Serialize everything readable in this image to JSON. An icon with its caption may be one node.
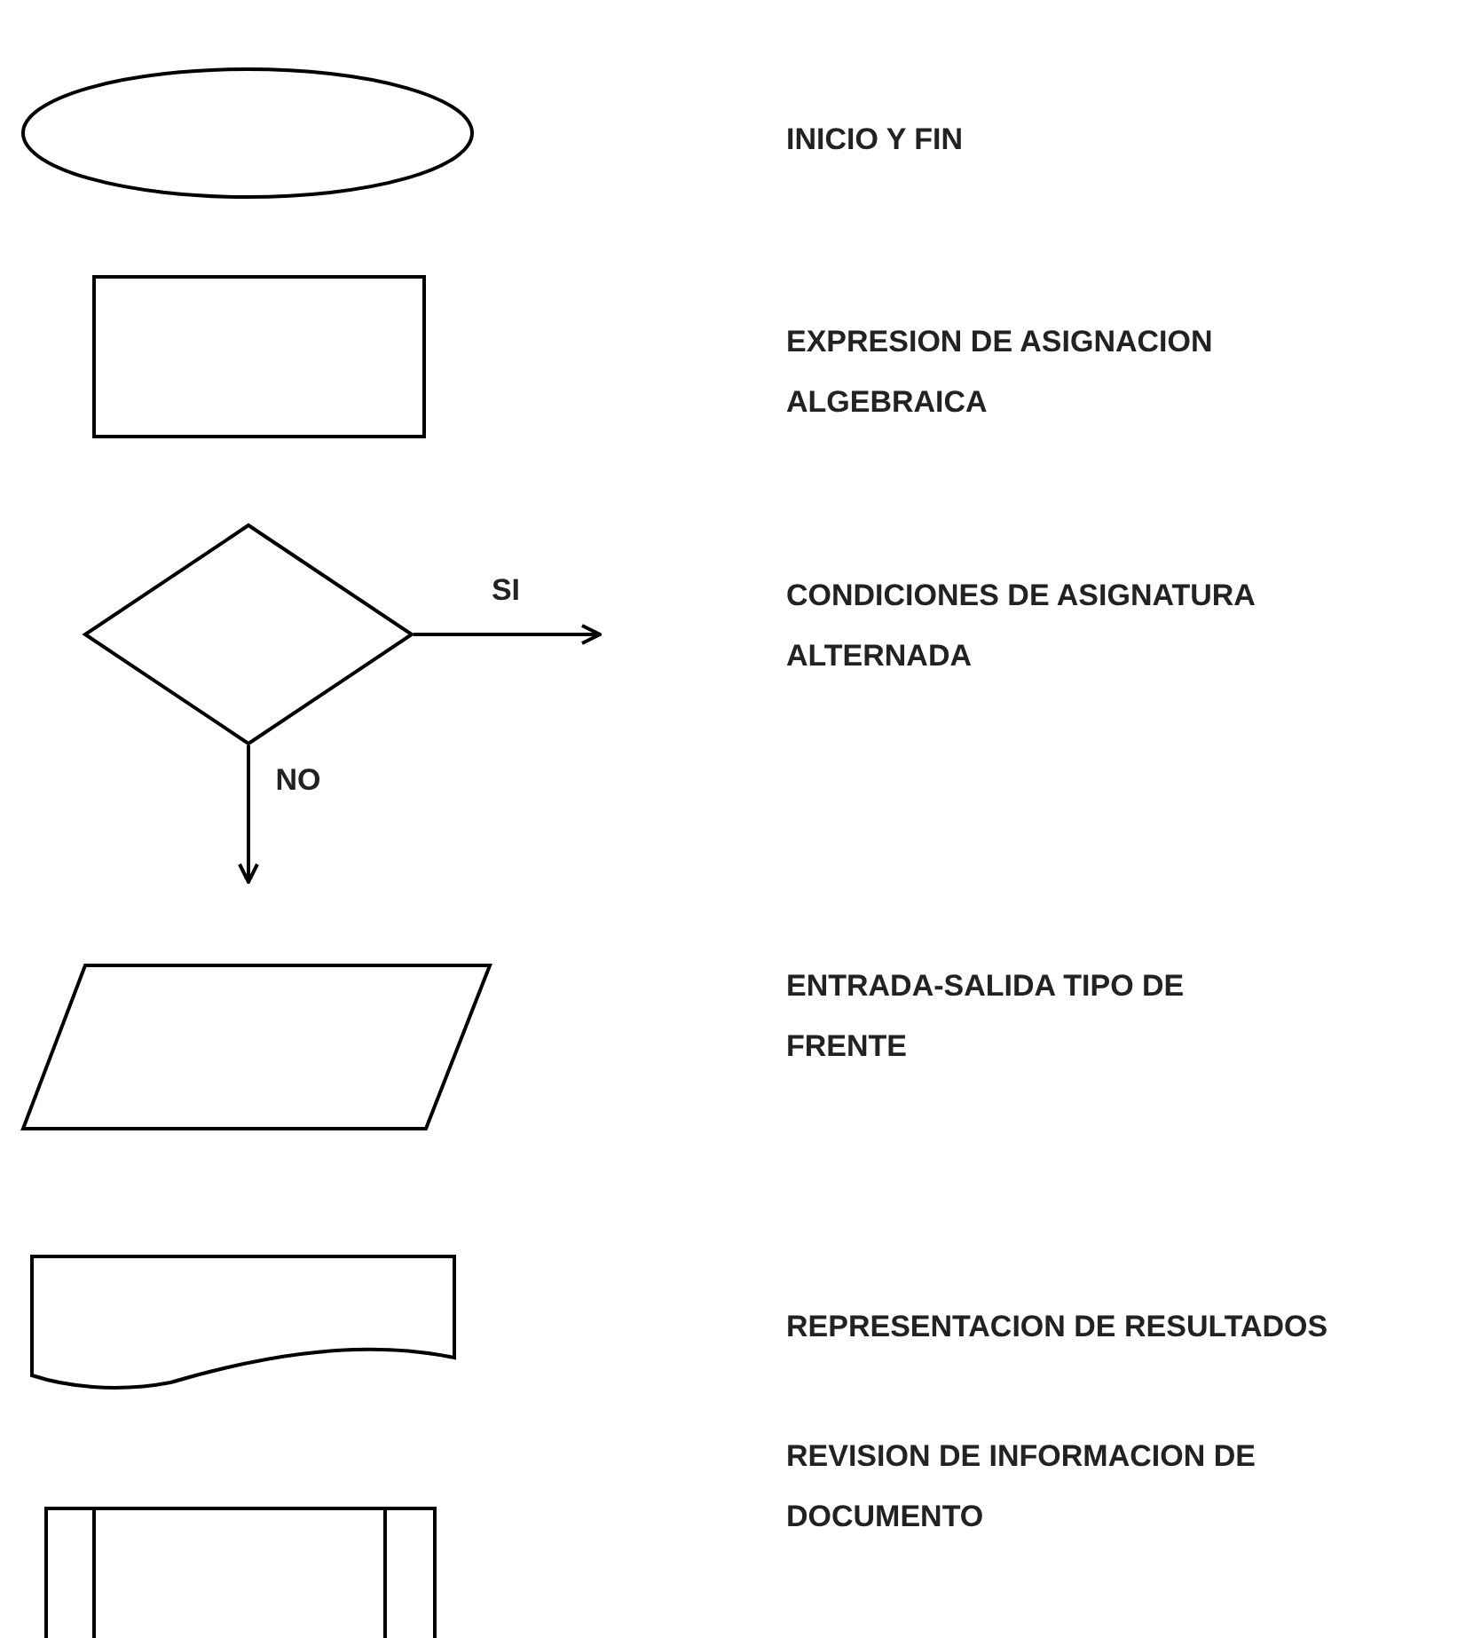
{
  "diagram": {
    "nodes": [
      {
        "text": [],
        "shape": "ellipse"
      },
      {
        "text": [],
        "shape": "box"
      },
      {
        "text": [],
        "shape": "diamond"
      },
      {
        "text": [],
        "shape": "parallelogram"
      },
      {
        "text": [],
        "shape": "document"
      },
      {
        "text": [],
        "shape": "subroutine"
      }
    ],
    "edges": [
      {
        "from": 2,
        "to": null,
        "arrow": "to",
        "label": "SI"
      },
      {
        "from": 2,
        "to": null,
        "arrow": "to",
        "label": "NO"
      }
    ],
    "labels": [
      "INICIO Y FIN",
      "EXPRESION DE ASIGNACION ALGEBRAICA",
      "CONDICIONES DE ASIGNATURA ALTERNADA",
      "ENTRADA-SALIDA TIPO DE FRENTE",
      "REPRESENTACION DE RESULTADOS",
      "REVISION DE INFORMACION DE DOCUMENTO"
    ]
  }
}
